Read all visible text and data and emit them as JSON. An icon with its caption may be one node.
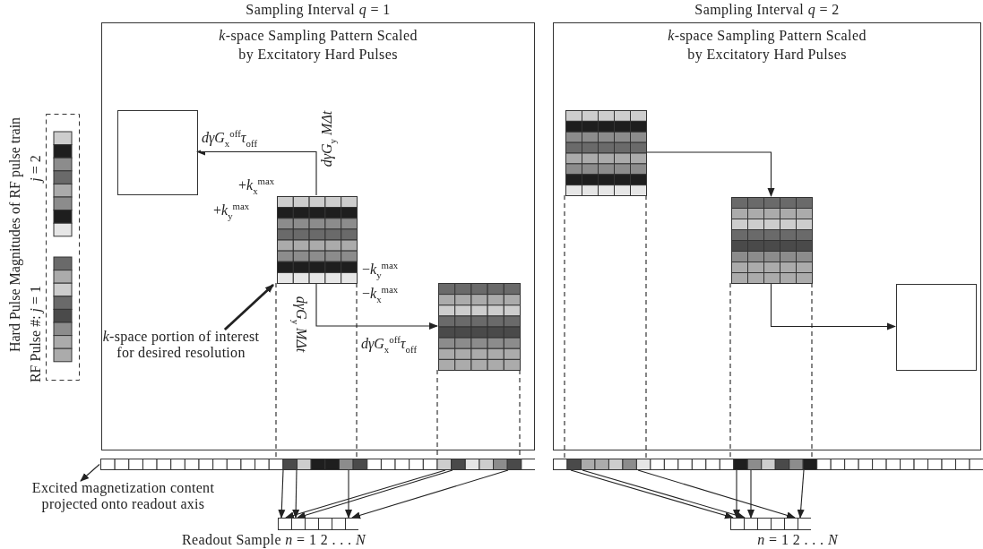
{
  "diagram": {
    "nodes": [
      {
        "text": [
          "Sampling Interval *q* = 1",
          "*k*-space Sampling Pattern Scaled by Excitatory Hard Pulses"
        ]
      },
      {
        "text": [],
        "shape": "box",
        "in": 0
      },
      {
        "text": [],
        "shape": "grid",
        "in": 0
      },
      {
        "text": [],
        "shape": "grid",
        "in": 0
      },
      {
        "text": [
          "*k*-space portion of interest for desired resolution"
        ],
        "in": 0
      },
      {
        "text": [
          "Sampling Interval *q* = 2",
          "*k*-space Sampling Pattern Scaled by Excitatory Hard Pulses"
        ]
      },
      {
        "text": [],
        "shape": "grid",
        "in": 5
      },
      {
        "text": [],
        "shape": "grid",
        "in": 5
      },
      {
        "text": [],
        "shape": "box",
        "in": 5
      },
      {
        "text": [],
        "shape": "bar"
      },
      {
        "text": [],
        "shape": "bar",
        "beside": [
          "Readout Sample *n* = 1 2 . . . *N*"
        ]
      },
      {
        "text": [],
        "shape": "bar"
      },
      {
        "text": [],
        "shape": "bar",
        "beside": [
          "*n* = 1 2 . . . *N*"
        ]
      },
      {
        "text": [
          "Excited magnetization content projected onto readout axis"
        ]
      }
    ],
    "edges": [
      {
        "from": 2,
        "to": 1,
        "arrow": "to",
        "label": "*dγG*$_{x}$$^{off}$*τ*$_{off}$"
      },
      {
        "from": 2,
        "to": 3,
        "arrow": "to",
        "label": "*dγG*$_{x}$$^{off}$*τ*$_{off}$"
      },
      {
        "from": 4,
        "to": 2,
        "arrow": "to",
        "style": "thick"
      },
      {
        "from": 2,
        "to": 9,
        "arrow": "none",
        "style": "dashed"
      },
      {
        "from": 2,
        "to": 9,
        "arrow": "none",
        "style": "dashed"
      },
      {
        "from": 3,
        "to": 9,
        "arrow": "none",
        "style": "dashed"
      },
      {
        "from": 3,
        "to": 9,
        "arrow": "none",
        "style": "dashed"
      },
      {
        "from": 9,
        "to": 10,
        "arrow": "to"
      },
      {
        "from": 9,
        "to": 10,
        "arrow": "to"
      },
      {
        "from": 9,
        "to": 10,
        "arrow": "to"
      },
      {
        "from": 9,
        "to": 10,
        "arrow": "to"
      },
      {
        "from": 9,
        "to": 10,
        "arrow": "to"
      },
      {
        "from": 9,
        "to": 10,
        "arrow": "to"
      },
      {
        "from": 9,
        "to": 13,
        "arrow": "to"
      },
      {
        "from": 6,
        "to": 7,
        "arrow": "to"
      },
      {
        "from": 7,
        "to": 8,
        "arrow": "to"
      },
      {
        "from": 6,
        "to": 11,
        "arrow": "none",
        "style": "dashed"
      },
      {
        "from": 6,
        "to": 11,
        "arrow": "none",
        "style": "dashed"
      },
      {
        "from": 7,
        "to": 11,
        "arrow": "none",
        "style": "dashed"
      },
      {
        "from": 7,
        "to": 11,
        "arrow": "none",
        "style": "dashed"
      },
      {
        "from": 11,
        "to": 12,
        "arrow": "to"
      },
      {
        "from": 11,
        "to": 12,
        "arrow": "to"
      },
      {
        "from": 11,
        "to": 12,
        "arrow": "to"
      },
      {
        "from": 11,
        "to": 12,
        "arrow": "to"
      },
      {
        "from": 11,
        "to": 12,
        "arrow": "to"
      },
      {
        "from": 11,
        "to": 12,
        "arrow": "to"
      }
    ],
    "labels": [
      "+*k*$_{x}$$^{max}$",
      "+*k*$_{y}$$^{max}$",
      "*dγG*$_{y}$ *MΔt*",
      "−*k*$_{y}$$^{max}$",
      "−*k*$_{x}$$^{max}$",
      "*dγG*$_{y}$ *MΔt*",
      "Hard Pulse Magnitudes of RF pulse train",
      "RF Pulse #: *j* = 1",
      "*j* = 2"
    ]
  }
}
